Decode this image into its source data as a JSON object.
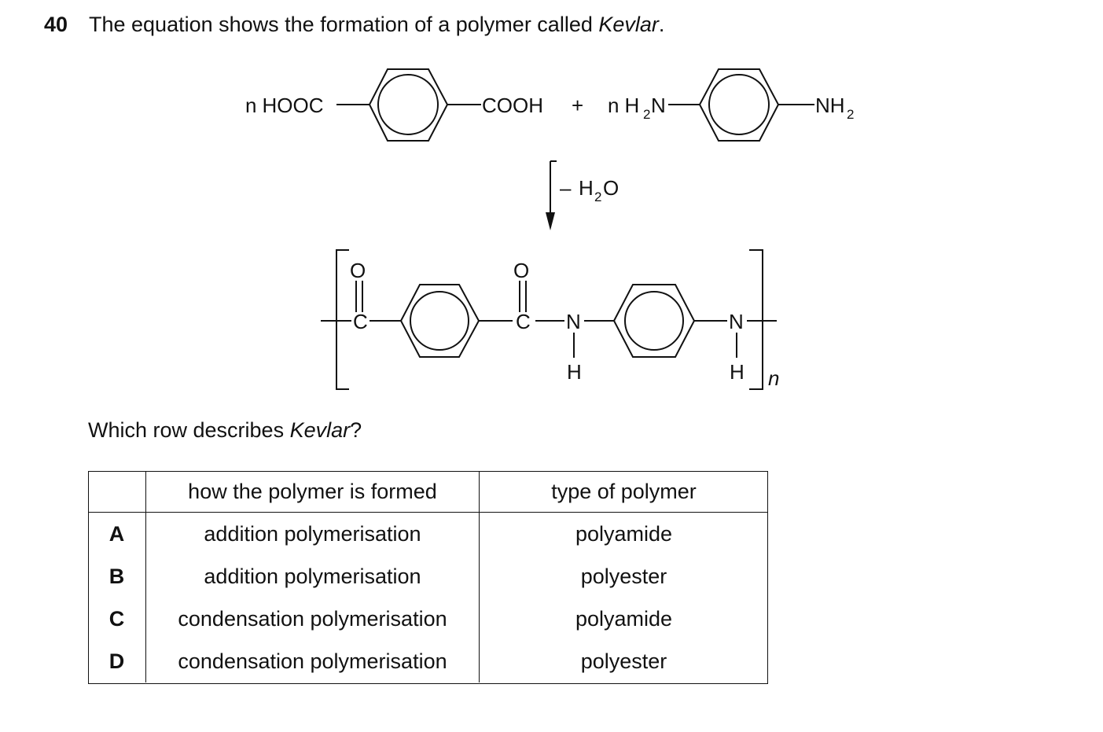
{
  "question": {
    "number": "40",
    "text_before": "The equation shows the formation of a polymer called ",
    "text_italic": "Kevlar",
    "text_after": "."
  },
  "equation": {
    "n": "n",
    "hooc": "HOOC",
    "cooh": "COOH",
    "plus": "+",
    "h": "H",
    "two": "2",
    "n_atom": "N",
    "nh": "NH",
    "minus": "–",
    "o": "O",
    "c": "C"
  },
  "prompt": {
    "before": "Which row describes ",
    "italic": "Kevlar",
    "after": "?"
  },
  "table": {
    "headers": [
      "",
      "how the polymer is formed",
      "type of polymer"
    ],
    "rows": [
      {
        "letter": "A",
        "how": "addition polymerisation",
        "type": "polyamide"
      },
      {
        "letter": "B",
        "how": "addition polymerisation",
        "type": "polyester"
      },
      {
        "letter": "C",
        "how": "condensation polymerisation",
        "type": "polyamide"
      },
      {
        "letter": "D",
        "how": "condensation polymerisation",
        "type": "polyester"
      }
    ]
  }
}
